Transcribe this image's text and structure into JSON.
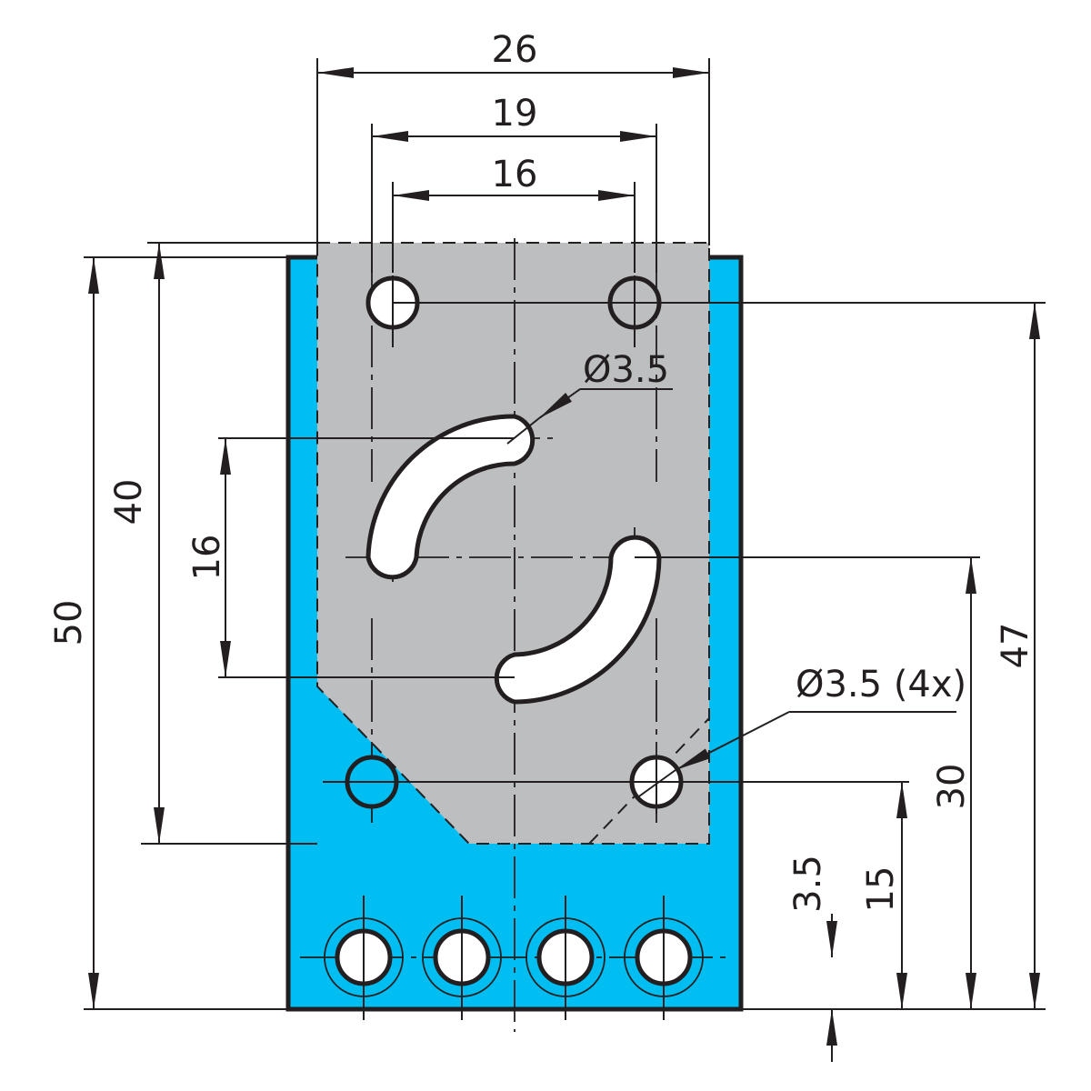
{
  "colors": {
    "board": "#00bdf2",
    "module": "#bcbec0",
    "line": "#231f20",
    "hole": "#ffffff"
  },
  "dimensions": {
    "width_outer": "26",
    "width_holes": "19",
    "width_slots": "16",
    "height_board": "50",
    "height_module": "40",
    "slot_spacing": "16",
    "height_top_holes": "47",
    "height_slot": "30",
    "height_bottom_holes": "15",
    "pin_offset": "3.5",
    "slot_diameter": "Ø3.5",
    "hole_diameter": "Ø3.5 (4x)"
  }
}
